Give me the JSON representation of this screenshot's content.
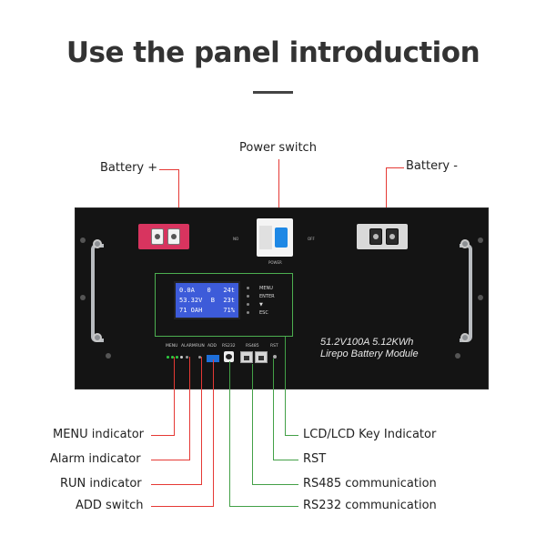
{
  "header": {
    "title": "Use the panel introduction"
  },
  "callouts": {
    "battery_plus": "Battery +",
    "power_switch": "Power switch",
    "battery_minus": "Battery -",
    "menu_indicator": "MENU indicator",
    "alarm_indicator": "Alarm indicator",
    "run_indicator": "RUN indicator",
    "add_switch": "ADD switch",
    "lcd_key_indicator": "LCD/LCD Key Indicator",
    "rst": "RST",
    "rs485": "RS485 communication",
    "rs232": "RS232 communication"
  },
  "device": {
    "model_line1": "51.2V100A  5.12KWh",
    "model_line2": "Lirepo    Battery Module",
    "breaker": {
      "on_label": "NO",
      "off_label": "OFF",
      "power_label": "POWER"
    },
    "lcd": {
      "rows": [
        [
          "0.0A",
          "0",
          "24t"
        ],
        [
          "53.32V",
          "B",
          "23t"
        ],
        [
          "71 OAH",
          "",
          "71%"
        ]
      ],
      "keys": [
        "MENU",
        "ENTER",
        "▼",
        "ESC"
      ]
    },
    "port_labels": {
      "menu": "MENU",
      "alarm": "ALARM",
      "run": "RUN",
      "add": "ADD",
      "rs232": "RS232",
      "rs485": "RS485",
      "rst": "RST"
    }
  },
  "colors": {
    "leader_red": "#e53935",
    "leader_green": "#43a047",
    "battery_body": "#141414",
    "positive_terminal": "#d8345f",
    "lcd_screen": "#3d5bd9",
    "breaker_lever": "#1e88e5",
    "led_green": "#2ecc40"
  }
}
